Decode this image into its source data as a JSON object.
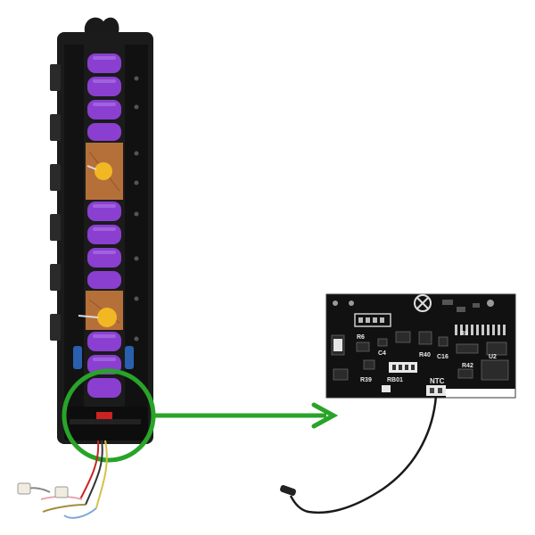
{
  "pcb": {
    "ntc_label": "NTC",
    "silkscreen": [
      "R6",
      "C4",
      "R39",
      "R40",
      "RB01",
      "C16",
      "U2",
      "R8",
      "R42"
    ]
  },
  "colors": {
    "background": "#ffffff",
    "cell": "#8a3fd1",
    "frame": "#1b1b1b",
    "fish_paper": "#b5703a",
    "capacitor": "#f2b824",
    "blue_cap": "#2a5fb0",
    "highlight": "#28a428",
    "board": "#111111"
  }
}
